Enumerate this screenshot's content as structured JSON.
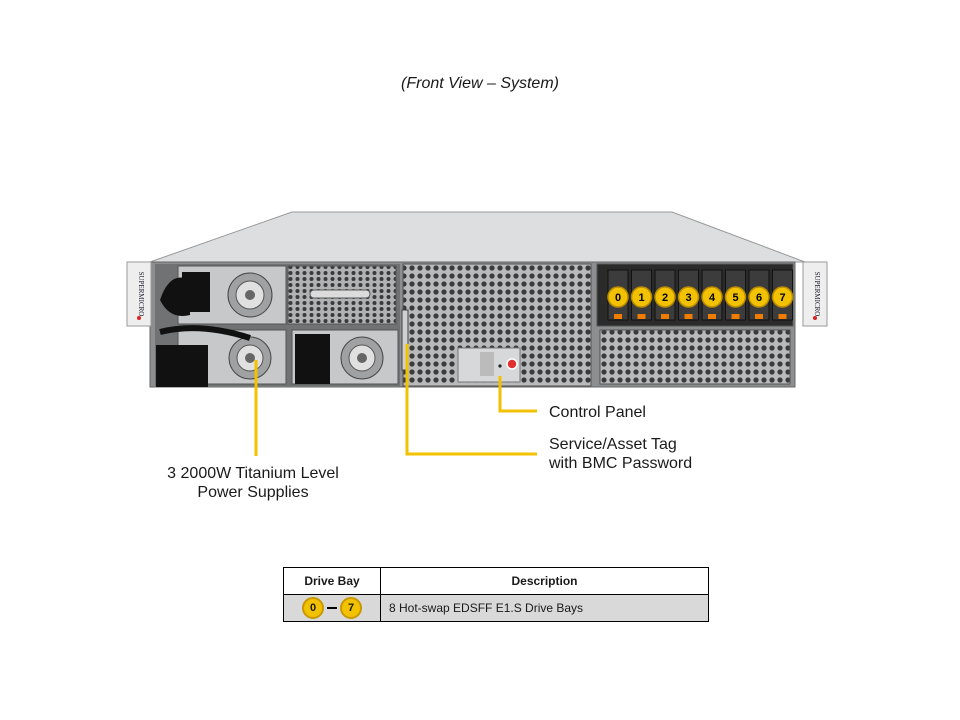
{
  "caption": "(Front View – System)",
  "brand_logo": "SUPERMICRO",
  "callouts": {
    "control_panel": "Control Panel",
    "service_tag": [
      "Service/Asset Tag",
      "with BMC Password"
    ],
    "power_supplies": [
      "3 2000W Titanium Level",
      "Power Supplies"
    ]
  },
  "drive_bays": [
    "0",
    "1",
    "2",
    "3",
    "4",
    "5",
    "6",
    "7"
  ],
  "table": {
    "headers": [
      "Drive Bay",
      "Description"
    ],
    "row": {
      "bay_start": "0",
      "bay_end": "7",
      "description": "8 Hot-swap EDSFF E1.S Drive Bays"
    }
  },
  "colors": {
    "callout_line": "#f2c200",
    "badge_fill": "#f2c200",
    "chassis": "#c8cacc",
    "row_bg": "#d9d9d9"
  }
}
